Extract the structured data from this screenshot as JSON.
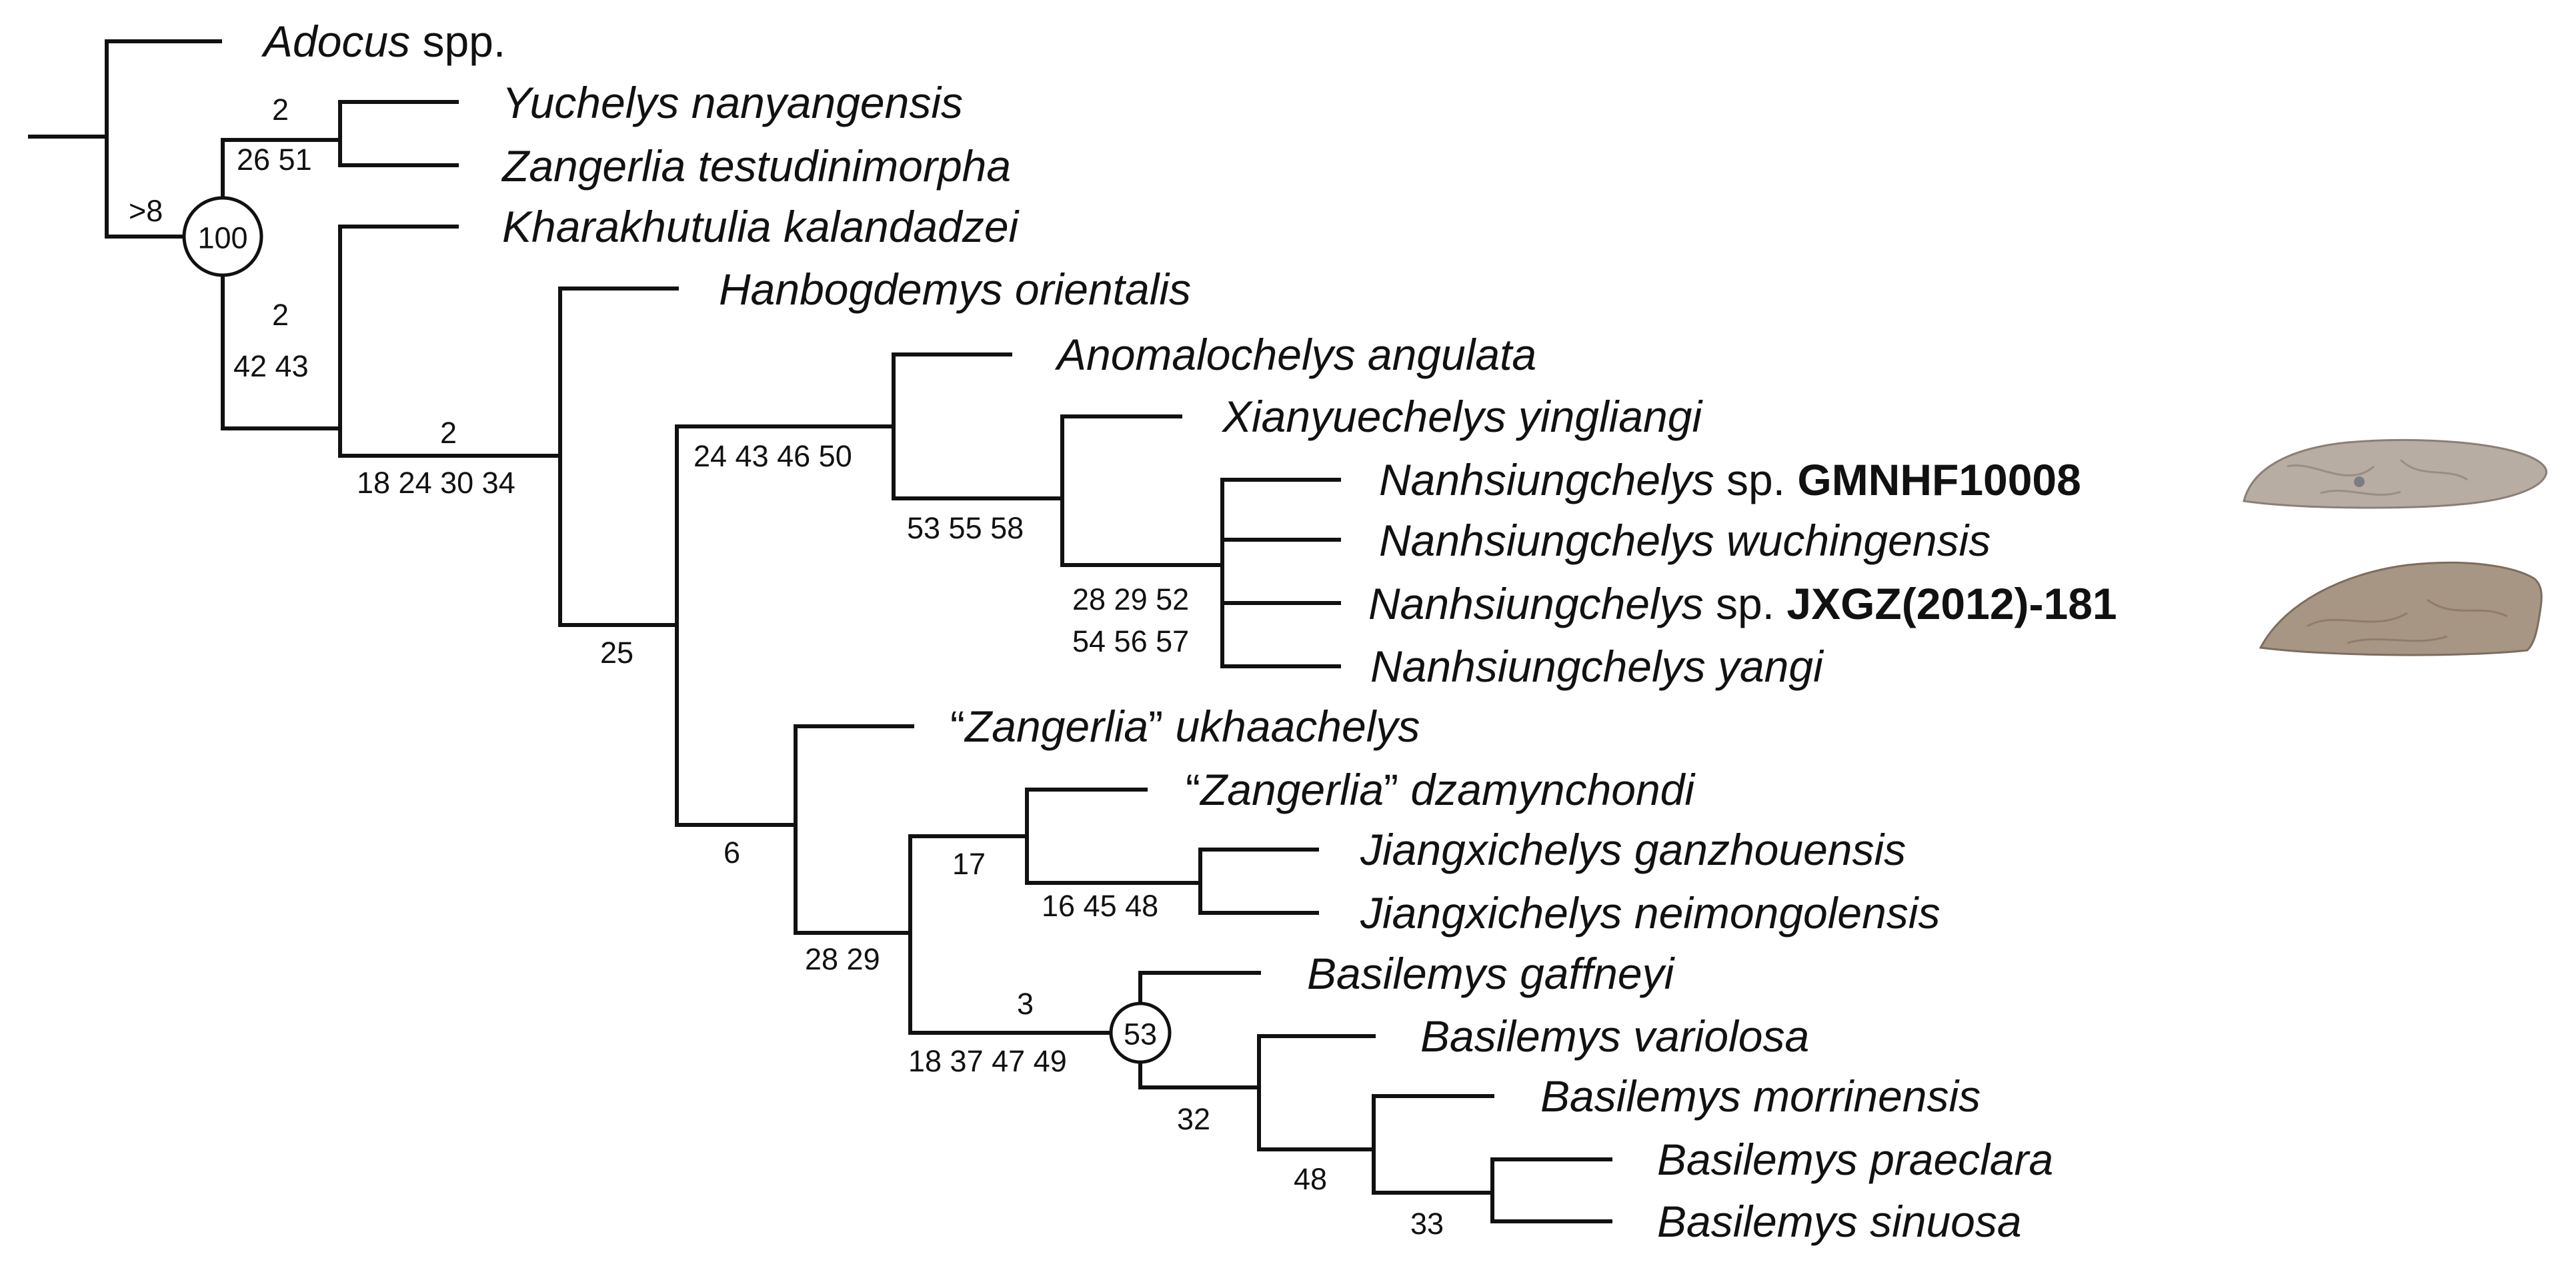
{
  "taxa": {
    "adocus": {
      "genus": "Adocus",
      "rest": " spp."
    },
    "yuchelys": {
      "genus": "Yuchelys nanyangensis"
    },
    "zangerlia_t": {
      "genus": "Zangerlia testudinimorpha"
    },
    "kharakhutulia": {
      "genus": "Kharakhutulia kalandadzei"
    },
    "hanbogdemys": {
      "genus": "Hanbogdemys orientalis"
    },
    "anomalochelys": {
      "genus": "Anomalochelys angulata"
    },
    "xianyuechelys": {
      "genus": "Xianyuechelys yingliangi"
    },
    "nan_gmnhf": {
      "genus": "Nanhsiungchelys",
      "rest": " sp. ",
      "specimen": "GMNHF10008"
    },
    "nan_wuch": {
      "genus": "Nanhsiungchelys wuchingensis"
    },
    "nan_jxgz": {
      "genus": "Nanhsiungchelys",
      "rest": " sp. ",
      "specimen": "JXGZ(2012)-181"
    },
    "nan_yangi": {
      "genus": "Nanhsiungchelys yangi"
    },
    "z_ukhaa": {
      "open": "“",
      "genus": "Zangerlia",
      "close": "” ",
      "species": "ukhaachelys"
    },
    "z_dzamyn": {
      "open": "“",
      "genus": "Zangerlia",
      "close": "” ",
      "species": "dzamynchondi"
    },
    "jiang_g": {
      "genus": "Jiangxichelys ganzhouensis"
    },
    "jiang_n": {
      "genus": "Jiangxichelys neimongolensis"
    },
    "bas_gaff": {
      "genus": "Basilemys gaffneyi"
    },
    "bas_vario": {
      "genus": "Basilemys variolosa"
    },
    "bas_morr": {
      "genus": "Basilemys morrinensis"
    },
    "bas_prae": {
      "genus": "Basilemys praeclara"
    },
    "bas_sinu": {
      "genus": "Basilemys sinuosa"
    }
  },
  "support": {
    "s_gt8": ">8",
    "s_2a": "2",
    "s_2651": "26 51",
    "s_2b": "2",
    "s_4243": "42 43",
    "s_2c": "2",
    "s_18243034": "18 24 30 34",
    "s_24434650": "24 43 46 50",
    "s_535558": "53 55 58",
    "s_282952": "28 29 52",
    "s_545657": "54 56 57",
    "s_25": "25",
    "s_6": "6",
    "s_2829": "28 29",
    "s_17": "17",
    "s_164548": "16 45 48",
    "s_3": "3",
    "s_18374749": "18 37 47 49",
    "s_32": "32",
    "s_48": "48",
    "s_33": "33"
  },
  "circled_nodes": {
    "n100": "100",
    "n53": "53"
  },
  "specimen_photos": [
    {
      "label": "GMNHF10008",
      "color": "#b8ada3"
    },
    {
      "label": "JXGZ(2012)-181",
      "color": "#a89684"
    }
  ]
}
